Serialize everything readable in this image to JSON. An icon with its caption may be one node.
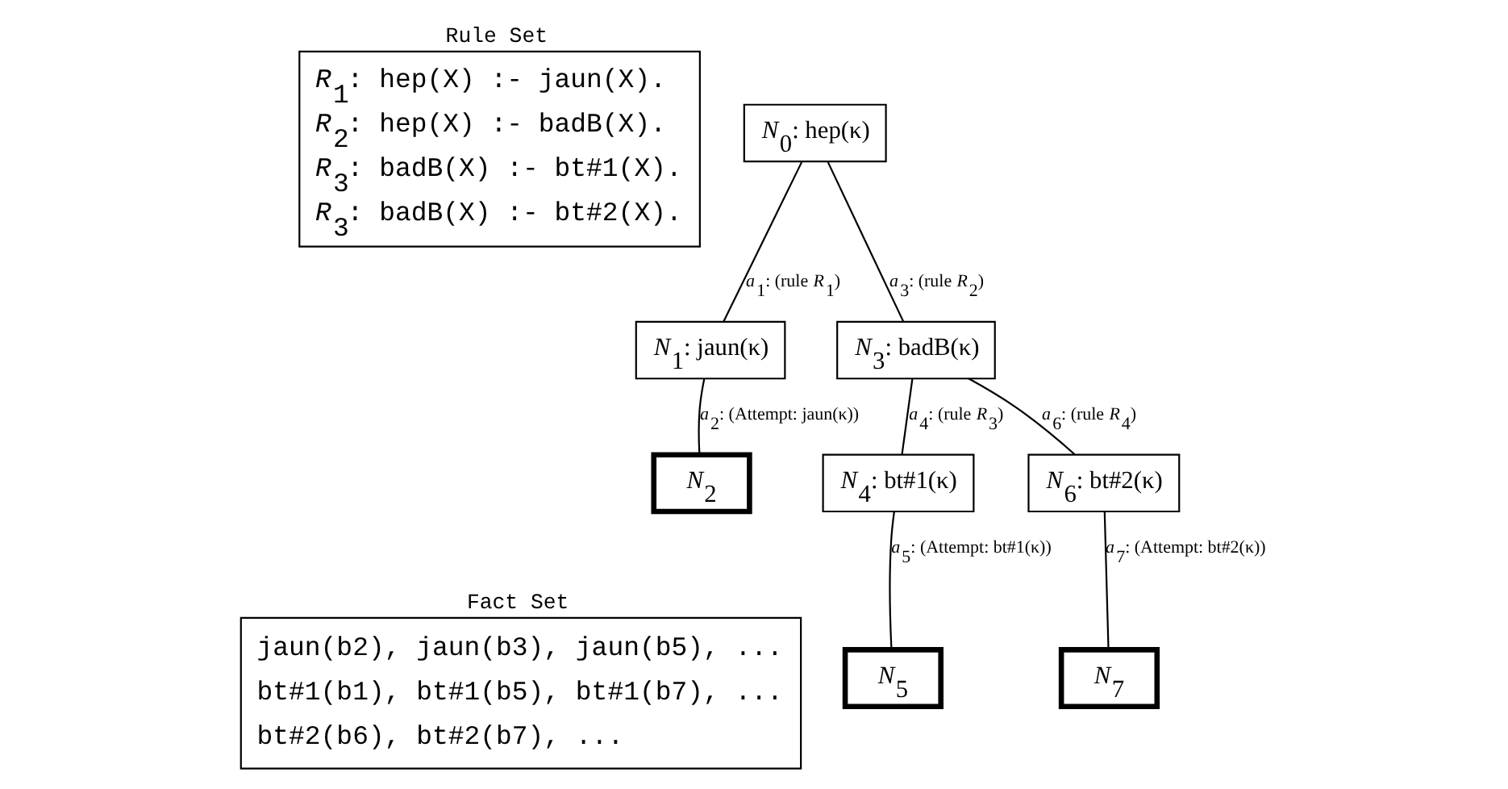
{
  "diagram": {
    "nodes": [
      {
        "text": [
          "Rule Set",
          "*R*$_{1}$: hep(X) :- jaun(X).",
          "*R*$_{2}$: hep(X) :- badB(X).",
          "*R*$_{3}$: badB(X) :- bt#1(X).",
          "*R*$_{3}$: badB(X) :- bt#2(X)."
        ]
      },
      {
        "text": [
          "*N*$_{0}$: hep(κ)"
        ]
      },
      {
        "text": [
          "*N*$_{1}$: jaun(κ)"
        ]
      },
      {
        "text": [
          "*N*$_{3}$: badB(κ)"
        ]
      },
      {
        "text": [
          "*N*$_{2}$"
        ]
      },
      {
        "text": [
          "*N*$_{4}$: bt#1(κ)"
        ]
      },
      {
        "text": [
          "*N*$_{6}$: bt#2(κ)"
        ]
      },
      {
        "text": [
          "Fact Set",
          "jaun(b2), jaun(b3), jaun(b5), ...",
          "bt#1(b1), bt#1(b5), bt#1(b7), ...",
          "bt#2(b6), bt#2(b7), ..."
        ]
      },
      {
        "text": [
          "*N*$_{5}$"
        ]
      },
      {
        "text": [
          "*N*$_{7}$"
        ]
      }
    ],
    "edges": [
      {
        "from": 1,
        "to": 2,
        "arrow": "none",
        "label": "*a*$_{1}$: (rule *R*$_{1}$)"
      },
      {
        "from": 1,
        "to": 3,
        "arrow": "none",
        "label": "*a*$_{3}$: (rule *R*$_{2}$)"
      },
      {
        "from": 2,
        "to": 4,
        "arrow": "none",
        "label": "*a*$_{2}$: (Attempt: jaun(κ))"
      },
      {
        "from": 3,
        "to": 5,
        "arrow": "none",
        "label": "*a*$_{4}$: (rule *R*$_{3}$)"
      },
      {
        "from": 3,
        "to": 6,
        "arrow": "none",
        "label": "*a*$_{6}$: (rule *R*$_{4}$)"
      },
      {
        "from": 5,
        "to": 8,
        "arrow": "none",
        "label": "*a*$_{5}$: (Attempt: bt#1(κ))"
      },
      {
        "from": 6,
        "to": 9,
        "arrow": "none",
        "label": "*a*$_{7}$: (Attempt: bt#2(κ))"
      }
    ]
  }
}
